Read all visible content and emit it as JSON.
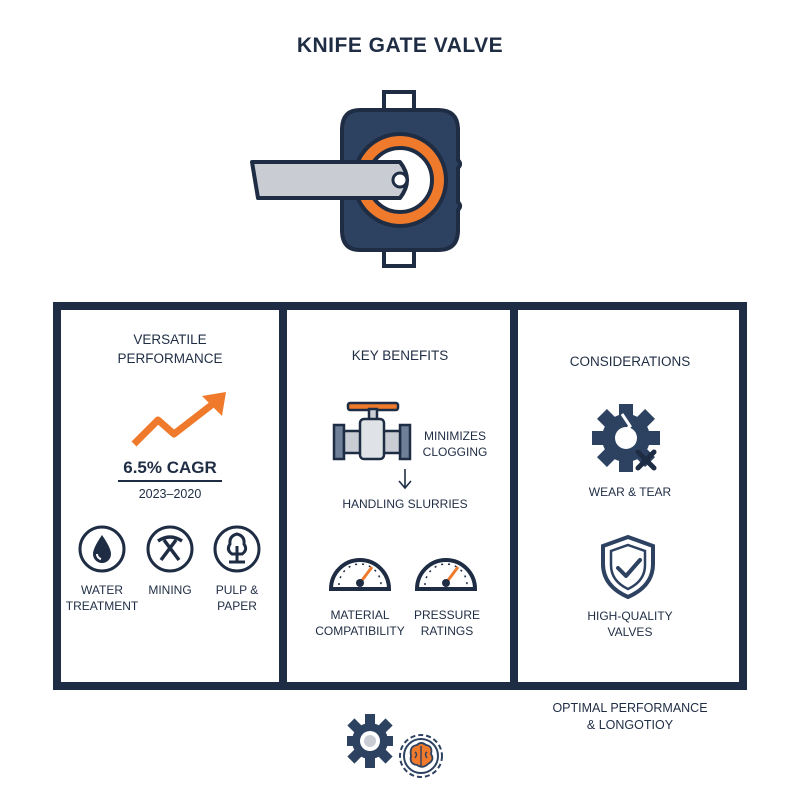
{
  "title": "KNIFE GATE VALVE",
  "colors": {
    "navy": "#1f2d44",
    "orange": "#f07a2c",
    "gray": "#c9cdd3"
  },
  "panels": {
    "versatile": {
      "title_line1": "VERSATILE",
      "title_line2": "PERFORMANCE",
      "cagr": "6.5% CAGR",
      "years": "2023–2020",
      "industries": [
        {
          "icon": "water-drop-icon",
          "line1": "WATER",
          "line2": "TREATMENT"
        },
        {
          "icon": "pickaxe-icon",
          "line1": "MINING",
          "line2": ""
        },
        {
          "icon": "tree-icon",
          "line1": "PULP &",
          "line2": "PAPER"
        }
      ]
    },
    "benefits": {
      "title": "KEY BENEFITS",
      "valve_line1": "MINIMIZES",
      "valve_line2": "CLOGGING",
      "arrow_label": "HANDLING SLURRIES",
      "gauges": [
        {
          "icon": "gauge-icon",
          "line1": "MATERIAL",
          "line2": "COMPATIBILITY"
        },
        {
          "icon": "gauge-icon",
          "line1": "PRESSURE",
          "line2": "RATINGS"
        }
      ]
    },
    "considerations": {
      "title": "CONSIDERATIONS",
      "items": [
        {
          "icon": "broken-gear-icon",
          "label_line1": "WEAR & TEAR",
          "label_line2": ""
        },
        {
          "icon": "shield-check-icon",
          "label_line1": "HIGH-QUALITY",
          "label_line2": "VALVES"
        }
      ]
    }
  },
  "footer": {
    "line1": "OPTIMAL PERFORMANCE",
    "line2": "& LONGOTIOY"
  }
}
